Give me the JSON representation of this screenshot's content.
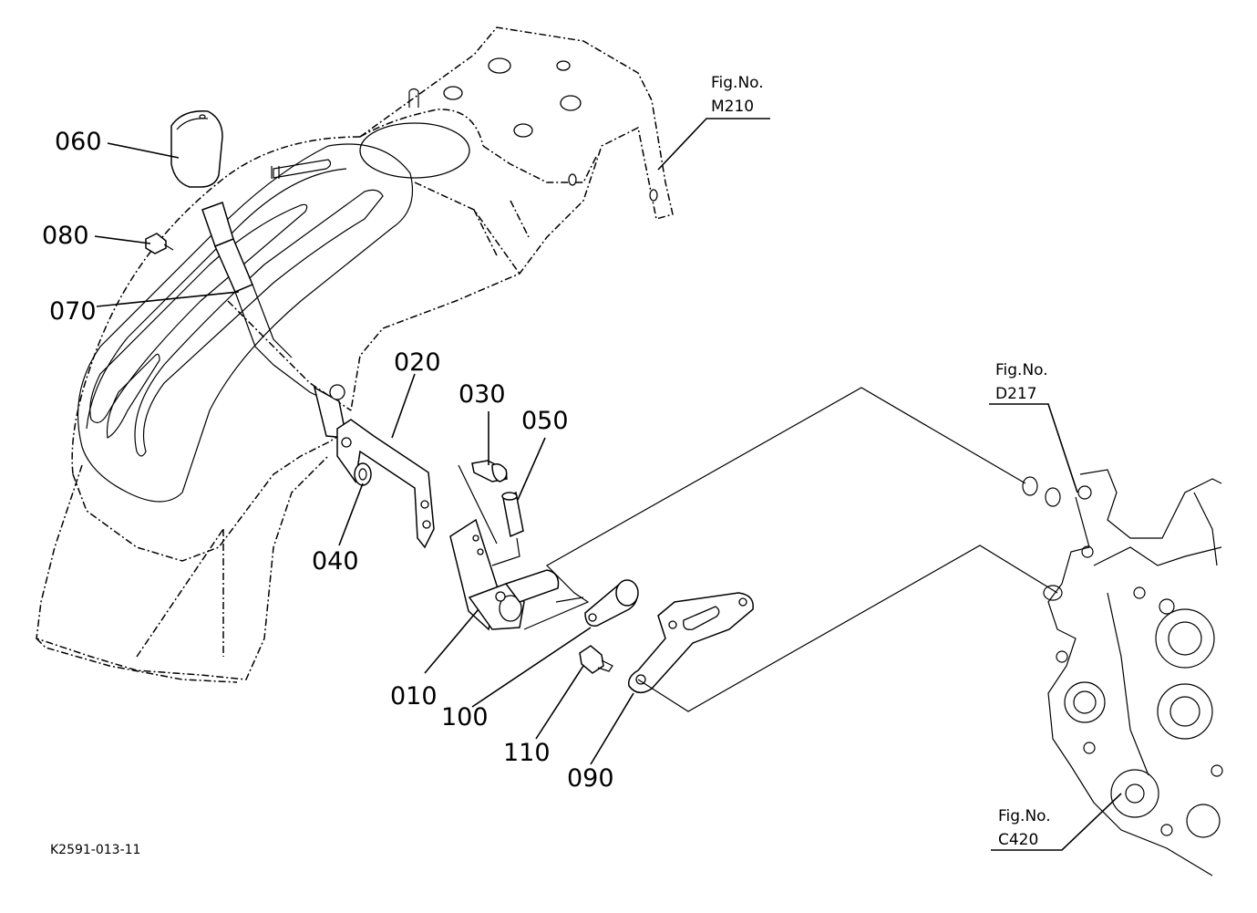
{
  "drawing_code": "K2591-013-11",
  "part_labels": [
    "010",
    "020",
    "030",
    "040",
    "050",
    "060",
    "070",
    "080",
    "090",
    "100",
    "110"
  ],
  "figure_refs": [
    {
      "caption": "Fig.No.",
      "number": "M210"
    },
    {
      "caption": "Fig.No.",
      "number": "D217"
    },
    {
      "caption": "Fig.No.",
      "number": "C420"
    }
  ]
}
